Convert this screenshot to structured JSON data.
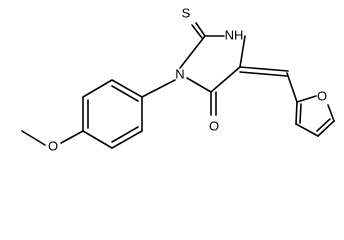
{
  "molecule": {
    "atom_labels": {
      "s": "S",
      "nh": "NH",
      "n": "N",
      "o_carbonyl": "O",
      "o_methoxy": "O",
      "o_furan": "O"
    }
  }
}
